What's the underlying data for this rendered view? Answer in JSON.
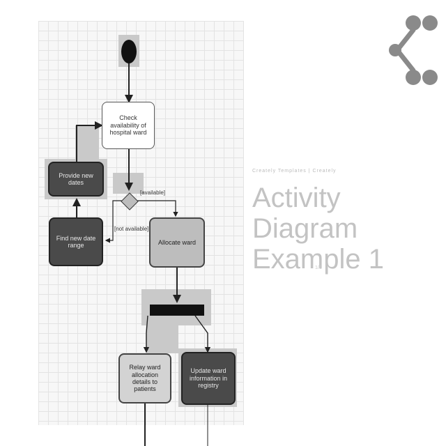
{
  "diagram": {
    "nodes": {
      "check": "Check availability of hospital ward",
      "provide": "Provide new dates",
      "find": "Find new date range",
      "allocate": "Allocate ward",
      "relay": "Relay ward allocation details to patients",
      "update": "Update ward information in registry"
    },
    "guards": {
      "available": "[available]",
      "not_available": "[not available]"
    }
  },
  "slide": {
    "kicker": "Creately Templates  |  Creately",
    "title": "Activity Diagram Example 1",
    "page": "1/1"
  },
  "colors": {
    "dark_node": "#4a4a4a",
    "light_node": "#bdbdbd",
    "title_text": "#c3c3c3",
    "logo": "#8a8a8a"
  }
}
